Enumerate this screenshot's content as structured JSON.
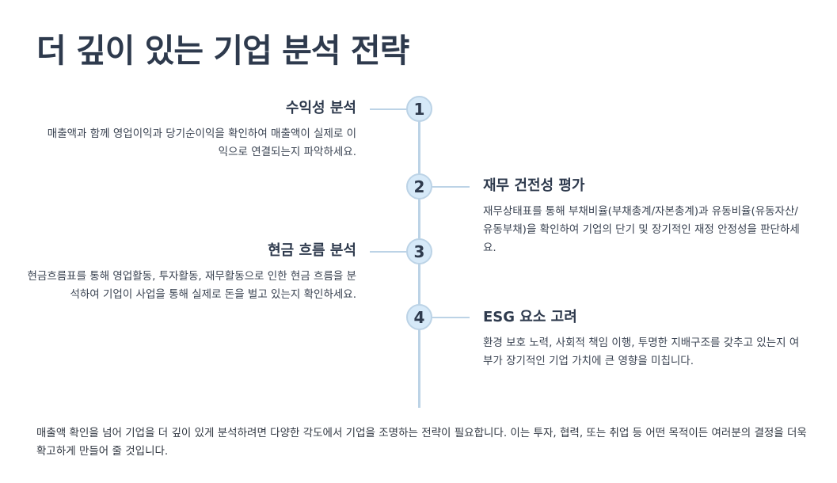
{
  "page": {
    "title": "더 깊이 있는 기업 분석 전략"
  },
  "timeline": {
    "steps": [
      {
        "number": "1",
        "side": "left",
        "heading": "수익성 분석",
        "description": "매출액과 함께 영업이익과 당기순이익을 확인하여 매출액이 실제로 이익으로 연결되는지 파악하세요."
      },
      {
        "number": "2",
        "side": "right",
        "heading": "재무 건전성 평가",
        "description": "재무상태표를 통해 부채비율(부채총계/자본총계)과 유동비율(유동자산/유동부채)을 확인하여 기업의 단기 및 장기적인 재정 안정성을 판단하세요."
      },
      {
        "number": "3",
        "side": "left",
        "heading": "현금 흐름 분석",
        "description": "현금흐름표를 통해 영업활동, 투자활동, 재무활동으로 인한 현금 흐름을 분석하여 기업이 사업을 통해 실제로 돈을 벌고 있는지 확인하세요."
      },
      {
        "number": "4",
        "side": "right",
        "heading": "ESG 요소 고려",
        "description": "환경 보호 노력, 사회적 책임 이행, 투명한 지배구조를 갖추고 있는지 여부가 장기적인 기업 가치에 큰 영향을 미칩니다."
      }
    ]
  },
  "footer": {
    "text": "매출액 확인을 넘어 기업을 더 깊이 있게 분석하려면 다양한 각도에서 기업을 조명하는 전략이 필요합니다. 이는 투자, 협력, 또는 취업 등 어떤 목적이든 여러분의 결정을 더욱 확고하게 만들어 줄 것입니다."
  },
  "colors": {
    "heading": "#2e3a4d",
    "timeline_line": "#bcd3e6",
    "circle_fill": "#d6e9f8"
  }
}
